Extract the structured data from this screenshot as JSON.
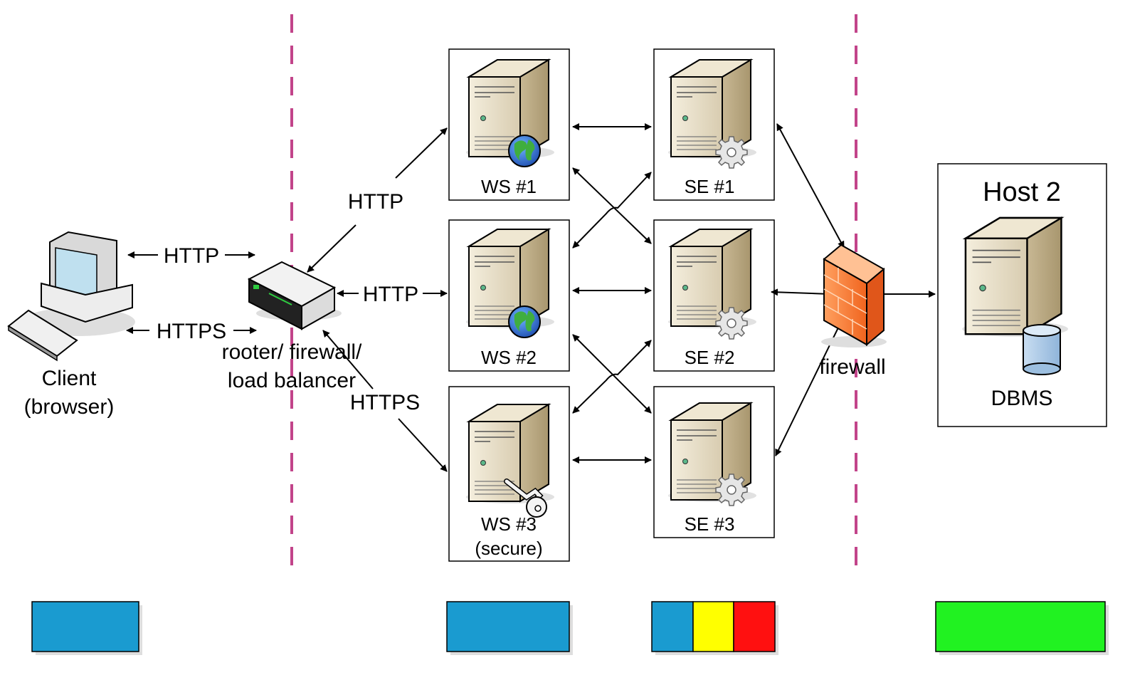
{
  "client": {
    "line1": "Client",
    "line2": "(browser)"
  },
  "router": {
    "line1": "rooter/ firewall/",
    "line2": "load balancer"
  },
  "protocols": {
    "client_http": "HTTP",
    "client_https": "HTTPS",
    "router_ws1": "HTTP",
    "router_ws2": "HTTP",
    "router_ws3": "HTTPS"
  },
  "web_servers": [
    {
      "label": "WS #1",
      "icon": "globe-icon"
    },
    {
      "label": "WS #2",
      "icon": "globe-icon"
    },
    {
      "label": "WS #3",
      "sublabel": "(secure)",
      "icon": "key-icon"
    }
  ],
  "service_engines": [
    {
      "label": "SE #1",
      "icon": "gear-icon"
    },
    {
      "label": "SE #2",
      "icon": "gear-icon"
    },
    {
      "label": "SE #3",
      "icon": "gear-icon"
    }
  ],
  "firewall": {
    "label": "firewall"
  },
  "host2": {
    "title": "Host 2",
    "db_label": "DBMS"
  },
  "colors": {
    "divider": "#c2448a",
    "blue": "#1a9bd0",
    "yellow": "#ffff00",
    "red": "#ff1010",
    "green": "#21f221",
    "server_body": "#ddd3b9",
    "firewall": "#ff7d3a"
  },
  "legend_blocks": [
    {
      "name": "client-tier-block",
      "colors": [
        "blue"
      ]
    },
    {
      "name": "web-tier-block",
      "colors": [
        "blue"
      ]
    },
    {
      "name": "service-tier-block",
      "colors": [
        "blue",
        "yellow",
        "red"
      ]
    },
    {
      "name": "data-tier-block",
      "colors": [
        "green"
      ]
    }
  ]
}
